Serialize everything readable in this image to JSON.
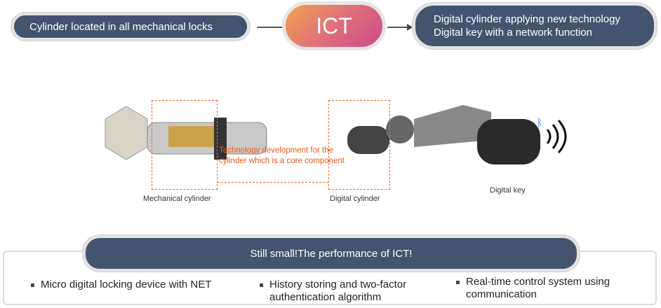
{
  "top": {
    "left_label": "Cylinder located in all mechanical locks",
    "center_label": "ICT",
    "right_lines": [
      "Digital cylinder applying new technology",
      "Digital key with a network function"
    ]
  },
  "middle": {
    "mechanical_caption": "Mechanical cylinder",
    "digital_caption": "Digital cylinder",
    "key_caption": "Digital key",
    "annotation": "Technology development for the cylinder which is a core component"
  },
  "bottom": {
    "banner": "Still small!The performance of ICT!",
    "bullets": [
      "Micro digital locking device with NET",
      "History storing and two-factor authentication algorithm",
      "Real-time control system using communication"
    ]
  },
  "colors": {
    "pill": "#44546f",
    "accent": "#f06a2a"
  }
}
